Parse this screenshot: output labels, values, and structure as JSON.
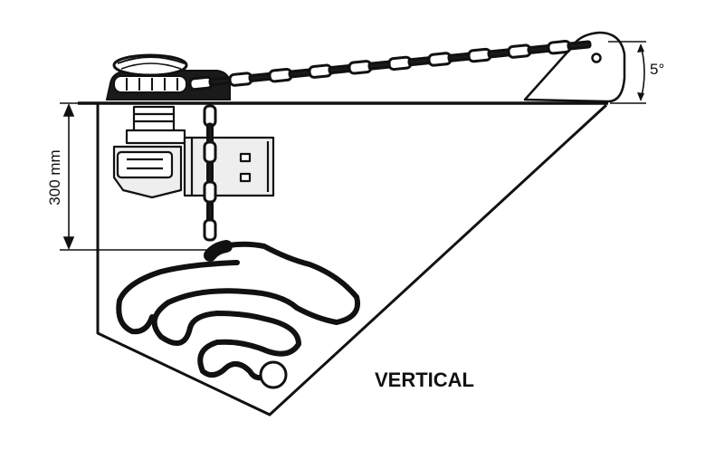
{
  "labels": {
    "height_dimension": "300 mm",
    "angle": "5°",
    "mode": "VERTICAL"
  },
  "colors": {
    "ink": "#111111",
    "paper": "#ffffff",
    "motor_fill": "#eeeeee",
    "chain_fill": "#1a1a1a"
  }
}
